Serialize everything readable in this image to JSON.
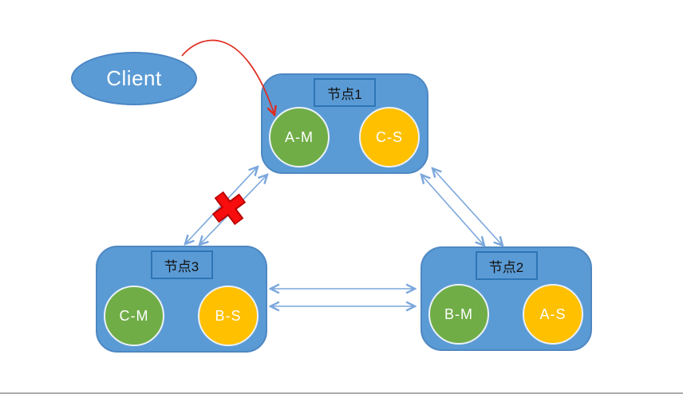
{
  "client": {
    "label": "Client"
  },
  "nodes": [
    {
      "label": "节点1",
      "circles": [
        {
          "text": "A-M",
          "role": "master"
        },
        {
          "text": "C-S",
          "role": "slave"
        }
      ]
    },
    {
      "label": "节点2",
      "circles": [
        {
          "text": "B-M",
          "role": "master"
        },
        {
          "text": "A-S",
          "role": "slave"
        }
      ]
    },
    {
      "label": "节点3",
      "circles": [
        {
          "text": "C-M",
          "role": "master"
        },
        {
          "text": "B-S",
          "role": "slave"
        }
      ]
    }
  ],
  "links": [
    {
      "from": "节点1",
      "to": "节点3",
      "type": "double-bidirectional-arrow",
      "status": "broken"
    },
    {
      "from": "节点1",
      "to": "节点2",
      "type": "double-bidirectional-arrow",
      "status": "ok"
    },
    {
      "from": "节点3",
      "to": "节点2",
      "type": "double-bidirectional-arrow",
      "status": "ok"
    },
    {
      "from": "Client",
      "to": "A-M",
      "type": "request-arrow",
      "status": "redirected"
    }
  ],
  "icons": {
    "broken_link_mark": "✖"
  },
  "colors": {
    "node_fill": "#5B9BD5",
    "master_fill": "#70AD47",
    "slave_fill": "#FFC000",
    "label_border": "#2E75B6",
    "arrow_blue": "#7BA7DC",
    "arrow_red": "#E02B20",
    "x_mark_red": "#F70D0D",
    "divider_gray": "#ABABAB"
  }
}
